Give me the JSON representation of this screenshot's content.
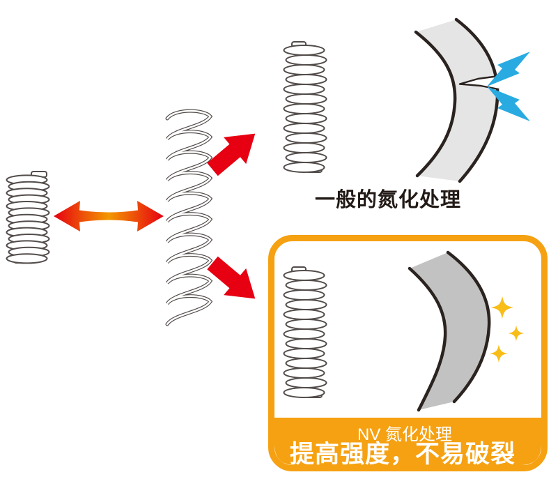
{
  "labels": {
    "general_caption": "一般的氮化处理",
    "nv_caption": "NV 氮化处理",
    "nv_benefit": "提高强度，不易破裂"
  },
  "colors": {
    "red": "#e60012",
    "orange": "#f39800",
    "box_orange": "#f5a112",
    "blue": "#29abe2",
    "gold": "#f8bd17",
    "band_light": "#e5e5e6",
    "band_dark": "#c2c2c3",
    "outline": "#2b2320",
    "wire": "#524c4a",
    "text_dark": "#221a16",
    "text_white": "#ffffff"
  },
  "icons": [
    "compressed-spring-icon",
    "stretched-spring-icon",
    "stretch-double-arrow-icon",
    "result-arrow-icon",
    "cracked-arc-icon",
    "crack-icon",
    "spark-icon",
    "intact-arc-icon",
    "sparkle-icon"
  ]
}
